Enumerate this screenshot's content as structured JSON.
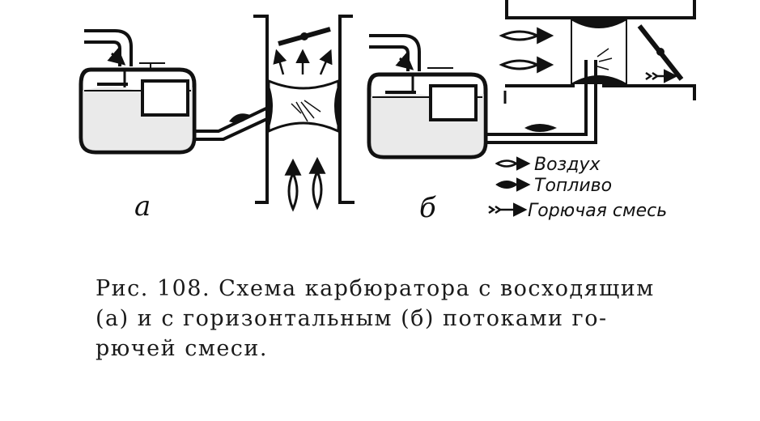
{
  "panels": {
    "a": {
      "label": "а"
    },
    "b": {
      "label": "б"
    }
  },
  "legend": [
    {
      "icon": "air-arrow-icon",
      "text": "Воздух"
    },
    {
      "icon": "fuel-arrow-icon",
      "text": "Топливо"
    },
    {
      "icon": "mixture-arrow-icon",
      "text": "Горючая смесь"
    }
  ],
  "caption": {
    "line1": "Рис. 108. Схема карбюратора с восходящим",
    "line2": "(а) и с горизонтальным (б) потоками го-",
    "line3": "рючей смеси."
  }
}
